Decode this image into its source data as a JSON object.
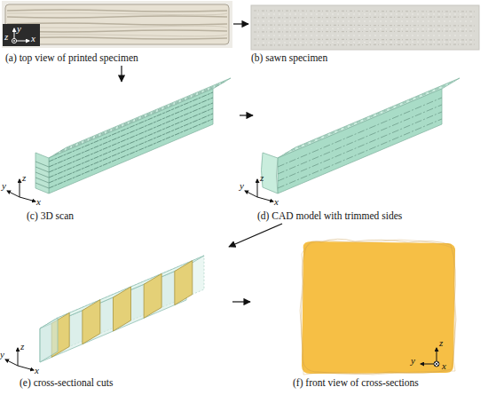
{
  "diagram": {
    "nodes": [
      {
        "text": [
          "(a) top view of printed specimen"
        ]
      },
      {
        "text": [
          "(b) sawn specimen"
        ]
      },
      {
        "text": [
          "(c) 3D scan"
        ]
      },
      {
        "text": [
          "(d) CAD model with trimmed sides"
        ]
      },
      {
        "text": [
          "(e) cross-sectional cuts"
        ]
      },
      {
        "text": [
          "(f) front view of cross-sections"
        ]
      }
    ],
    "edges": [
      {
        "from": 0,
        "to": 1,
        "arrow": "to"
      },
      {
        "from": 0,
        "to": 2,
        "arrow": "to"
      },
      {
        "from": 2,
        "to": 3,
        "arrow": "to"
      },
      {
        "from": 3,
        "to": 4,
        "arrow": "to"
      },
      {
        "from": 4,
        "to": 5,
        "arrow": "to"
      }
    ],
    "labels": [
      "y",
      "z",
      "x",
      "y",
      "z",
      "x",
      "y",
      "z",
      "x",
      "y",
      "z",
      "x",
      "y",
      "z",
      "x"
    ]
  }
}
